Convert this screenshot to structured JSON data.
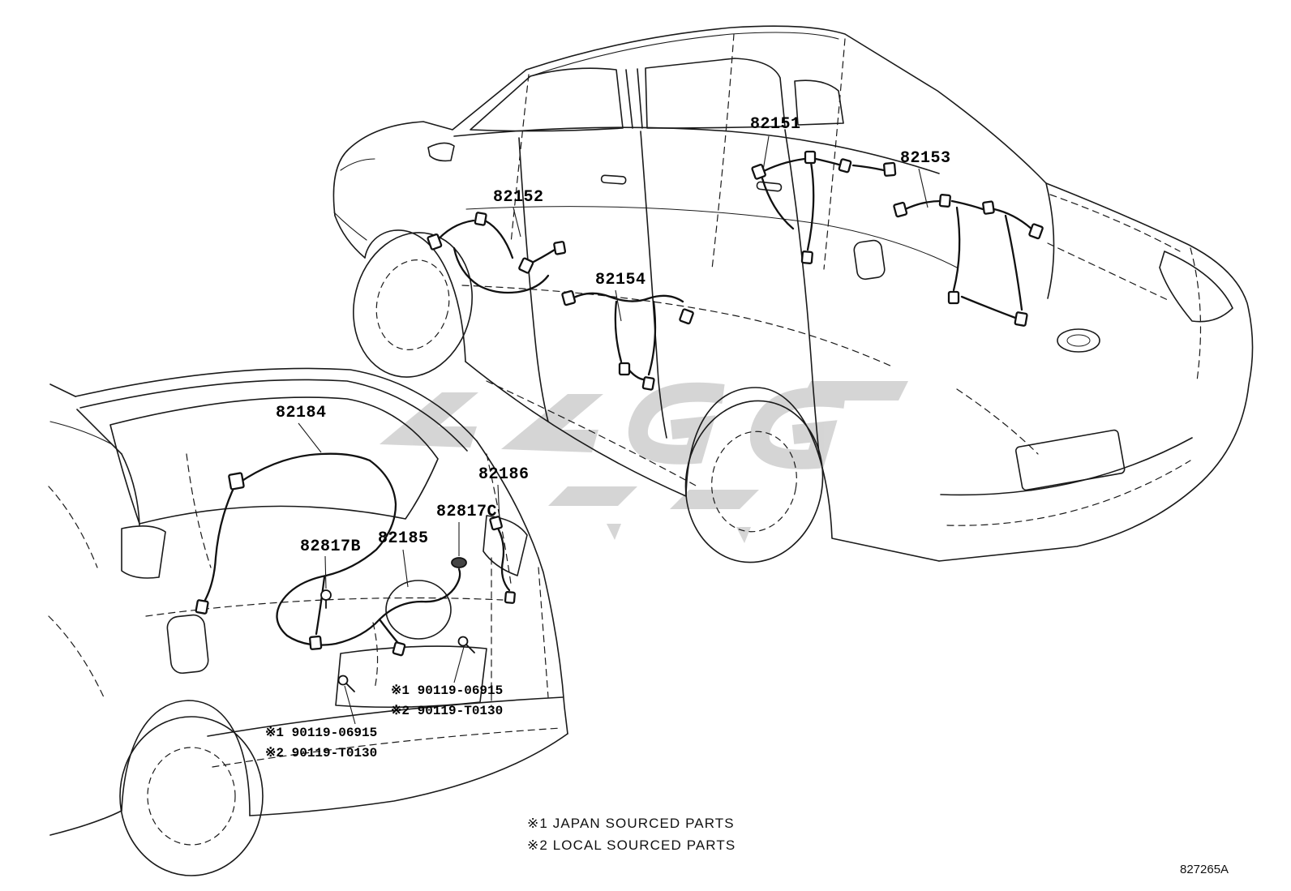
{
  "page": {
    "figure_code": "827265A",
    "background": "#ffffff",
    "line_color": "#1a1a1a",
    "watermark_color": "#c8c8c8"
  },
  "callouts": [
    {
      "label": "82151"
    },
    {
      "label": "82153"
    },
    {
      "label": "82152"
    },
    {
      "label": "82154"
    },
    {
      "label": "82184"
    },
    {
      "label": "82186"
    },
    {
      "label": "82817C"
    },
    {
      "label": "82817B"
    },
    {
      "label": "82185"
    }
  ],
  "fastener_notes": [
    {
      "line1": "※1 90119-06915",
      "line2": "※2 90119-T0130"
    },
    {
      "line1": "※1 90119-06915",
      "line2": "※2 90119-T0130"
    }
  ],
  "legend": {
    "line1": "※1 JAPAN SOURCED PARTS",
    "line2": "※2 LOCAL SOURCED PARTS"
  }
}
